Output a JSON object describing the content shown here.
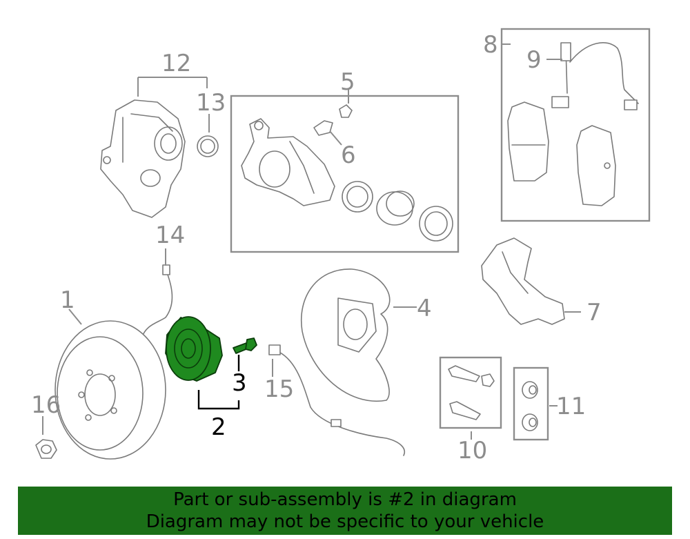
{
  "diagram": {
    "callouts": {
      "c1": "1",
      "c2": "2",
      "c3": "3",
      "c4": "4",
      "c5": "5",
      "c6": "6",
      "c7": "7",
      "c8": "8",
      "c9": "9",
      "c10": "10",
      "c11": "11",
      "c12": "12",
      "c13": "13",
      "c14": "14",
      "c15": "15",
      "c16": "16"
    },
    "highlight_color": "#1f8a1f"
  },
  "banner": {
    "line1": "Part or sub-assembly is #2 in diagram",
    "line2": "Diagram may not be specific to your vehicle",
    "background": "#1b6f18"
  }
}
